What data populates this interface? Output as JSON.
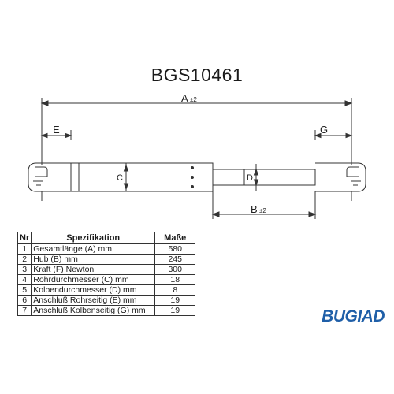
{
  "title": "BGS10461",
  "diagram": {
    "labels": {
      "a": "A",
      "a_tol": "±2",
      "b": "B",
      "b_tol": "±2",
      "e": "E",
      "g": "G",
      "c": "C",
      "d": "D"
    }
  },
  "table": {
    "headers": [
      "Nr",
      "Spezifikation",
      "Maße"
    ],
    "rows": [
      {
        "nr": "1",
        "spec": "Gesamtlänge (A) mm",
        "value": "580"
      },
      {
        "nr": "2",
        "spec": "Hub (B)  mm",
        "value": "245"
      },
      {
        "nr": "3",
        "spec": "Kraft (F) Newton",
        "value": "300"
      },
      {
        "nr": "4",
        "spec": "Rohrdurchmesser (C) mm",
        "value": "18"
      },
      {
        "nr": "5",
        "spec": "Kolbendurchmesser (D) mm",
        "value": "8"
      },
      {
        "nr": "6",
        "spec": "Anschluß Rohrseitig (E) mm",
        "value": "19"
      },
      {
        "nr": "7",
        "spec": "Anschluß Kolbenseitig (G) mm",
        "value": "19"
      }
    ]
  },
  "brand": "BUGIAD",
  "colors": {
    "brand": "#1f5fa8",
    "line": "#333333"
  }
}
